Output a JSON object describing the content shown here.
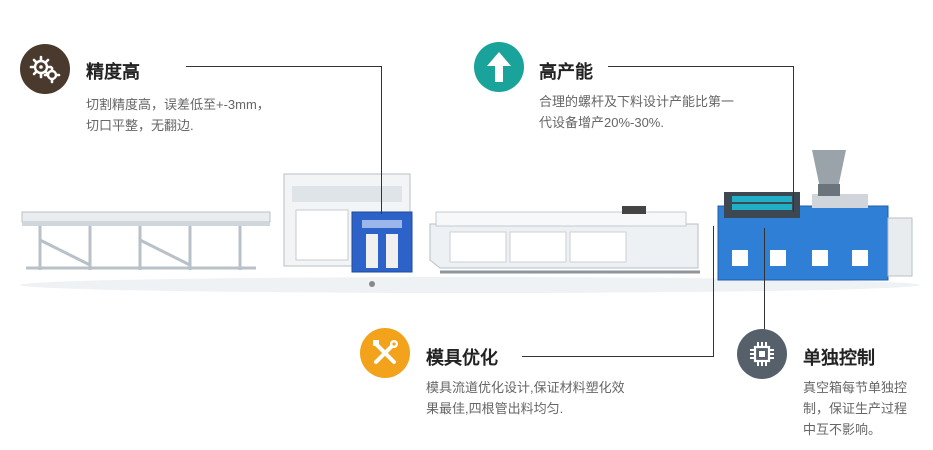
{
  "features": {
    "precision": {
      "icon": "gears-icon",
      "color": "#4a3a2e",
      "title": "精度高",
      "lines": [
        "切割精度高，误差低至+-3mm，",
        "切口平整，无翻边."
      ]
    },
    "capacity": {
      "icon": "arrow-up-icon",
      "color": "#1aa39a",
      "title": "高产能",
      "lines": [
        "合理的螺杆及下料设计产能比第一",
        "代设备增产20%-30%."
      ]
    },
    "mold": {
      "icon": "tools-icon",
      "color": "#f3a21b",
      "title": "模具优化",
      "lines": [
        "模具流道优化设计,保证材料塑化效",
        "果最佳,四根管出料均匀."
      ]
    },
    "control": {
      "icon": "chip-icon",
      "color": "#55606a",
      "title": "单独控制",
      "lines": [
        "真空箱每节单独控",
        "制，保证生产过程",
        "中互不影响。"
      ]
    }
  }
}
